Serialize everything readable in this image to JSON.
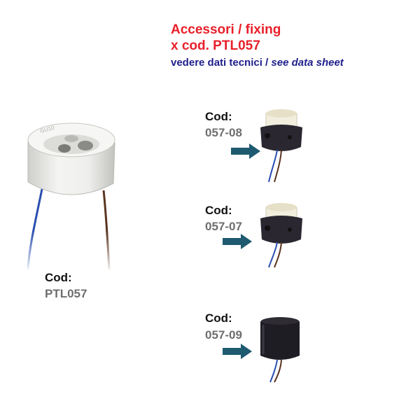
{
  "header": {
    "line1": "Accessori / fixing",
    "line2": "x cod. PTL057",
    "note_it": "vedere dati tecnici / ",
    "note_en": "see data sheet"
  },
  "main_product": {
    "cod_label": "Cod:",
    "code": "PTL057",
    "embossed": "GU10"
  },
  "accessories": [
    {
      "cod_label": "Cod:",
      "code": "057-08"
    },
    {
      "cod_label": "Cod:",
      "code": "057-07"
    },
    {
      "cod_label": "Cod:",
      "code": "057-09"
    }
  ],
  "colors": {
    "title_red": "#e8202a",
    "subtitle_blue": "#1f1f8c",
    "arrow_teal": "#1e5a70",
    "code_gray": "#6e6e6e"
  }
}
